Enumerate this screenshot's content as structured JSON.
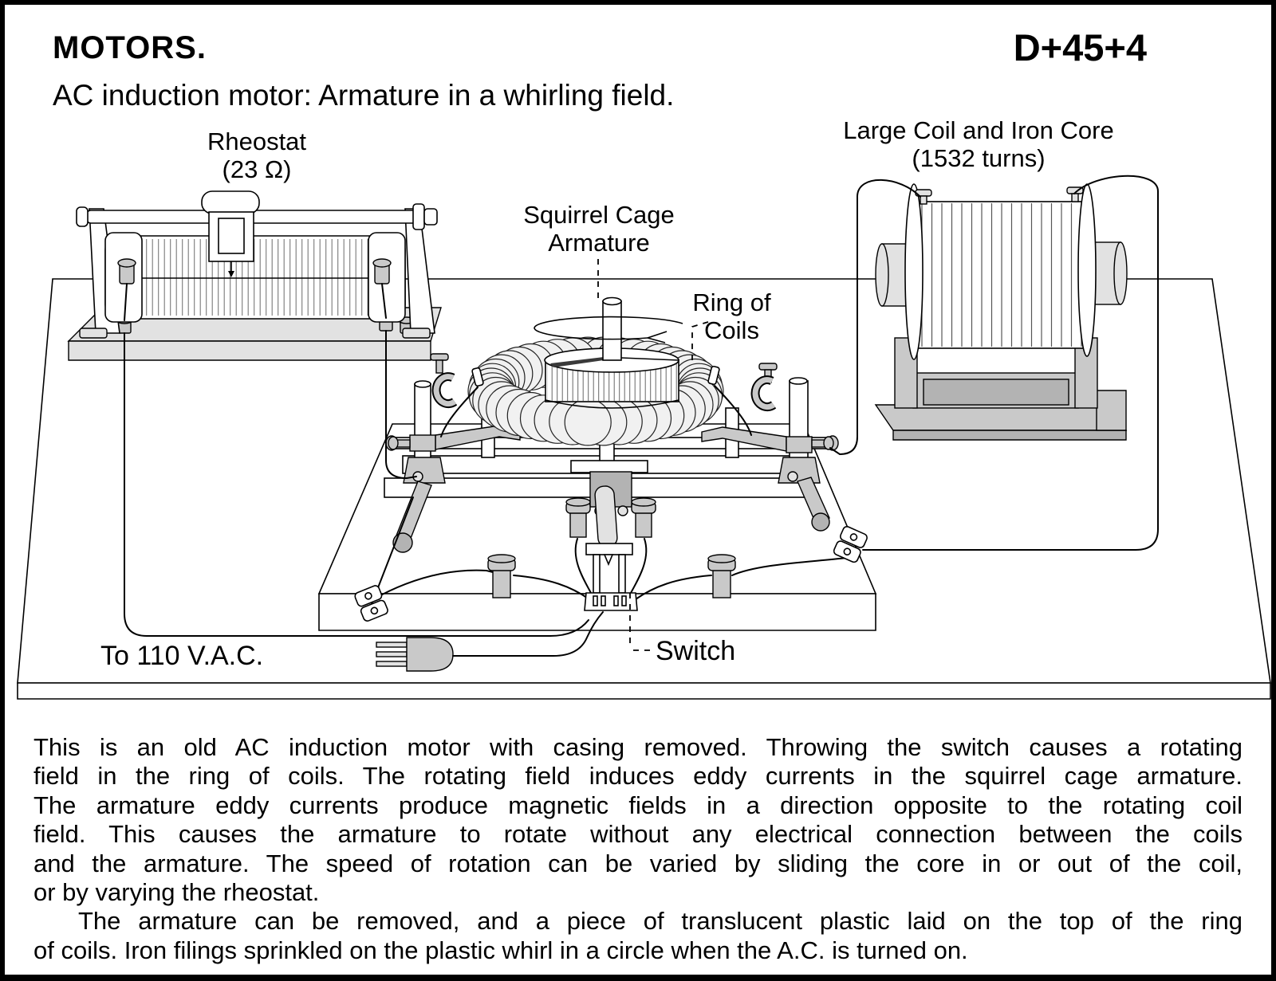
{
  "page": {
    "title": "MOTORS.",
    "code": "D+45+4",
    "subtitle": "AC induction motor: Armature in a whirling field."
  },
  "labels": {
    "rheostat_line1": "Rheostat",
    "rheostat_line2": "(23 Ω)",
    "large_coil_line1": "Large Coil and Iron Core",
    "large_coil_line2": "(1532 turns)",
    "armature_line1": "Squirrel Cage",
    "armature_line2": "Armature",
    "ring_line1": "Ring of",
    "ring_line2": "Coils",
    "power": "To 110 V.A.C.",
    "switch": "Switch"
  },
  "caption": {
    "lines": [
      "This is an old AC induction motor with casing removed.  Throwing the switch causes a rotating",
      "field in the ring of coils.  The rotating field induces eddy currents in the squirrel cage armature.",
      "The armature eddy currents produce magnetic fields in a direction opposite to the rotating coil",
      "field.  This causes the armature to rotate without any electrical connection between the coils",
      "and the armature.  The speed of rotation can be varied by sliding the core in or out of the coil,",
      "or by varying the rheostat.",
      "The armature can be removed, and a piece of  translucent plastic laid on the top of the ring",
      "of coils.  Iron filings sprinkled on the plastic whirl in a circle when the A.C. is turned on."
    ]
  }
}
